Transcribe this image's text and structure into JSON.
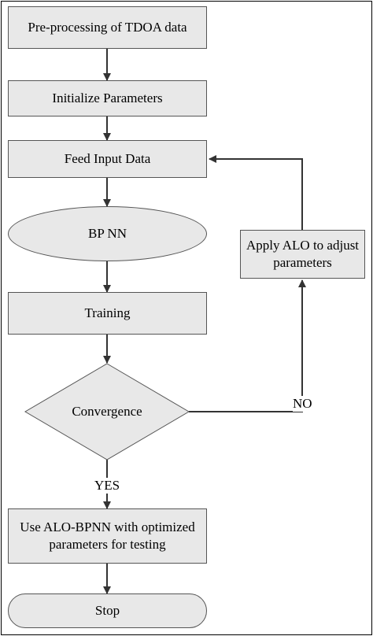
{
  "nodes": {
    "preprocess": "Pre-processing of TDOA data",
    "init_params": "Initialize Parameters",
    "feed_input": "Feed Input Data",
    "bpnn": "BP NN",
    "training": "Training",
    "convergence": "Convergence",
    "apply_alo_line1": "Apply ALO to adjust",
    "apply_alo_line2": "parameters",
    "use_alo_line1": "Use ALO-BPNN with optimized",
    "use_alo_line2": "parameters for testing",
    "stop": "Stop"
  },
  "edge_labels": {
    "yes": "YES",
    "no": "NO"
  },
  "colors": {
    "node_fill": "#e8e8e8",
    "node_border": "#555555",
    "line": "#333333"
  }
}
